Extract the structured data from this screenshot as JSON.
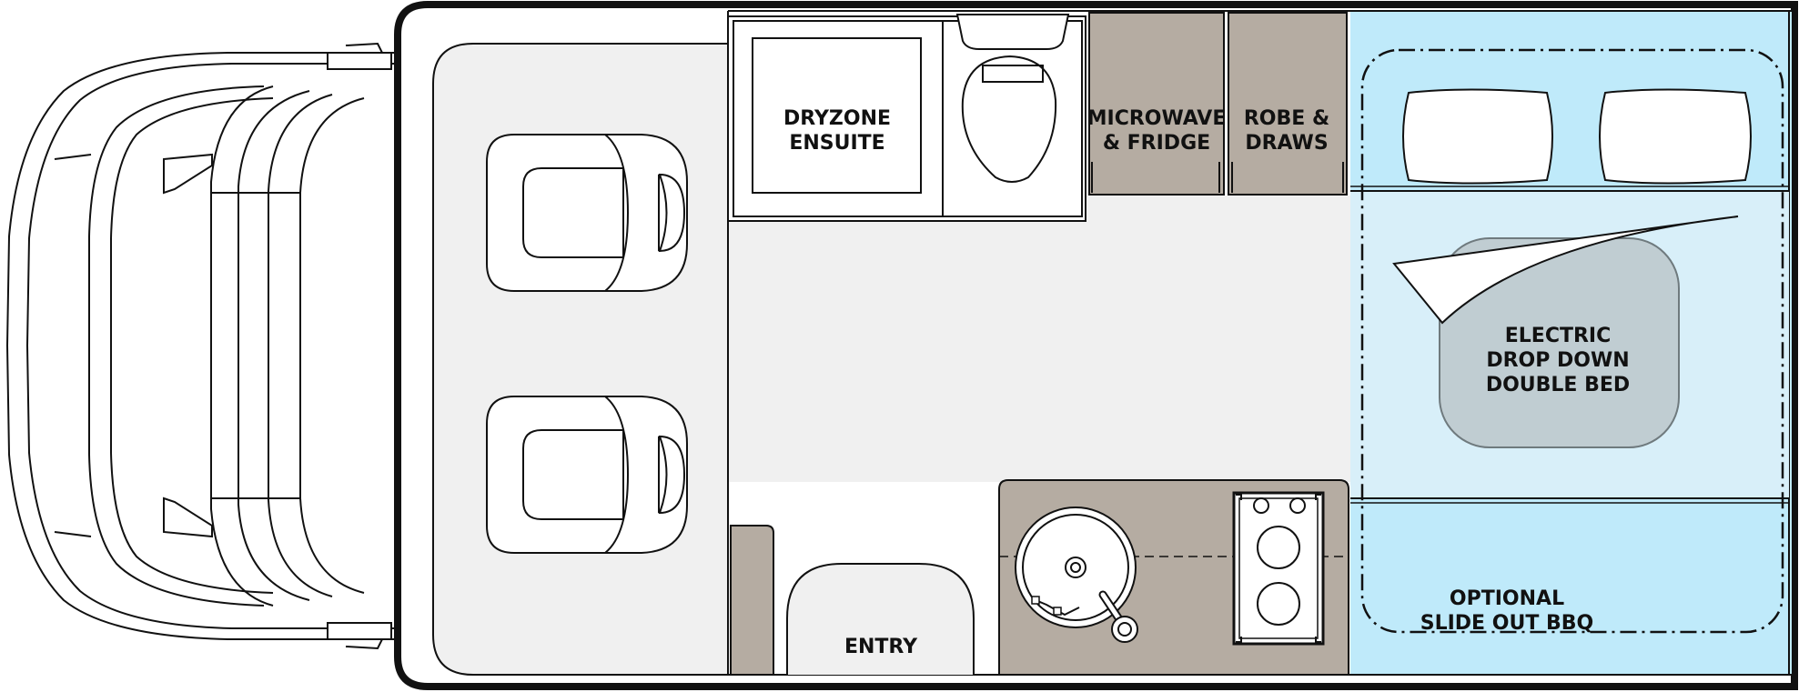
{
  "colors": {
    "cabinetry": "#b5aca2",
    "floor": "#f0f0f0",
    "bed_zone": "#bfeafa",
    "bed_inner": "#d8eff9",
    "bed_overlay": "#c0cdd2",
    "outline": "#111111"
  },
  "labels": {
    "dryzone": [
      "DRYZONE",
      "ENSUITE"
    ],
    "microwave": [
      "MICROWAVE",
      "& FRIDGE"
    ],
    "robe": [
      "ROBE &",
      "DRAWS"
    ],
    "bed": [
      "ELECTRIC",
      "DROP DOWN",
      "DOUBLE BED"
    ],
    "bbq": [
      "OPTIONAL",
      "SLIDE OUT BBQ"
    ],
    "entry": "ENTRY"
  }
}
